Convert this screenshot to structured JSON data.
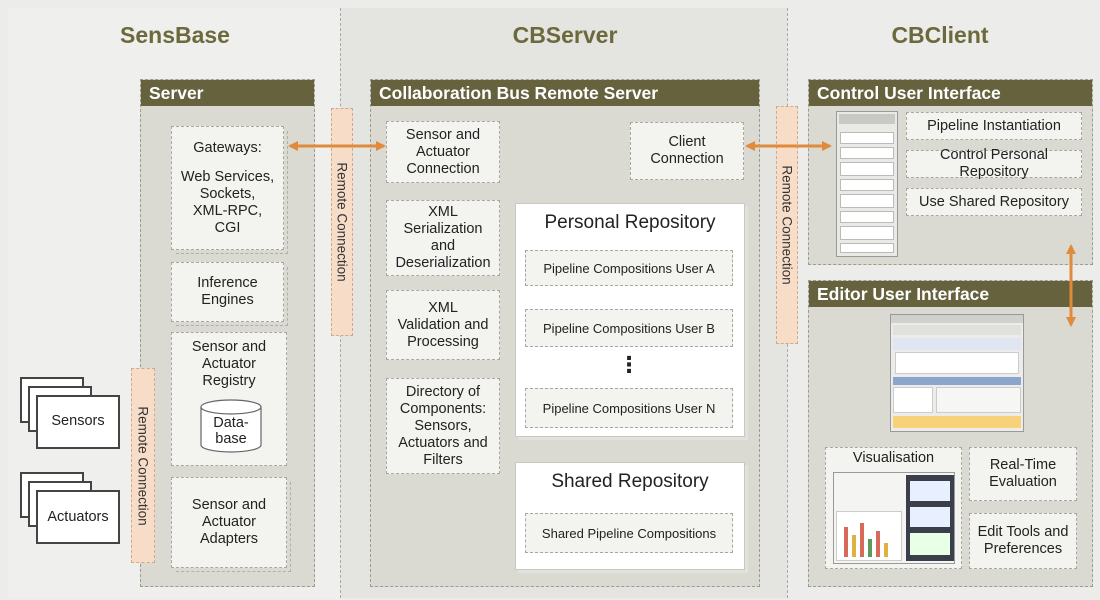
{
  "columns": {
    "sensbase": "SensBase",
    "cbserver": "CBServer",
    "cbclient": "CBClient"
  },
  "server": {
    "title": "Server",
    "gateways": [
      "Gateways:",
      "Web Services,",
      "Sockets,",
      "XML-RPC,",
      "CGI"
    ],
    "inference": [
      "Inference",
      "Engines"
    ],
    "registry": [
      "Sensor and",
      "Actuator",
      "Registry"
    ],
    "database": [
      "Data-",
      "base"
    ],
    "adapters": [
      "Sensor and",
      "Actuator",
      "Adapters"
    ]
  },
  "remote_connection": "Remote Connection",
  "devices": {
    "sensors": "Sensors",
    "actuators": "Actuators"
  },
  "cbserver": {
    "title": "Collaboration Bus Remote Server",
    "sensor_conn": [
      "Sensor and",
      "Actuator",
      "Connection"
    ],
    "client_conn": [
      "Client",
      "Connection"
    ],
    "xml_serial": [
      "XML",
      "Serialization",
      "and",
      "Deserialization"
    ],
    "xml_valid": [
      "XML",
      "Validation and",
      "Processing"
    ],
    "directory": [
      "Directory of",
      "Components:",
      "Sensors,",
      "Actuators and",
      "Filters"
    ],
    "personal_repo": {
      "title": "Personal Repository",
      "items": [
        "Pipeline Compositions User A",
        "Pipeline Compositions User B",
        "Pipeline Compositions User N"
      ],
      "ellipsis": "⋮"
    },
    "shared_repo": {
      "title": "Shared Repository",
      "item": "Shared Pipeline Compositions"
    }
  },
  "cbclient": {
    "control_title": "Control User Interface",
    "control_items": [
      "Pipeline Instantiation",
      "Control Personal Repository",
      "Use Shared Repository"
    ],
    "editor_title": "Editor User Interface",
    "visualisation": "Visualisation",
    "realtime": [
      "Real-Time",
      "Evaluation"
    ],
    "edit_tools": [
      "Edit Tools and",
      "Preferences"
    ]
  },
  "colors": {
    "header": "#66623e",
    "column_title": "#6c6a3c",
    "arrow": "#e08a3c",
    "remote_bar": "#f7dcc8"
  }
}
